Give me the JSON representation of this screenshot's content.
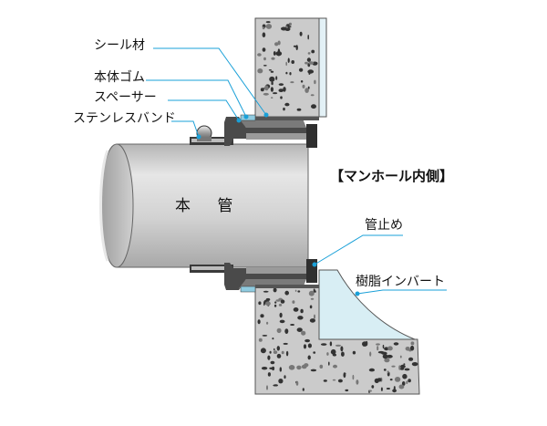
{
  "title": "【マンホール内側】",
  "labels": {
    "seal": "シール材",
    "rubber": "本体ゴム",
    "spacer": "スペーサー",
    "band": "ステンレスバンド",
    "stopper": "管止め",
    "invert": "樹脂インバート"
  },
  "pipe_label": "本 管",
  "colors": {
    "concrete": "#c9c9c9",
    "pipe": "#d4d4d4",
    "invert": "#d8eef4",
    "leader": "#1aa0d8",
    "seal": "#8fcbe0"
  }
}
